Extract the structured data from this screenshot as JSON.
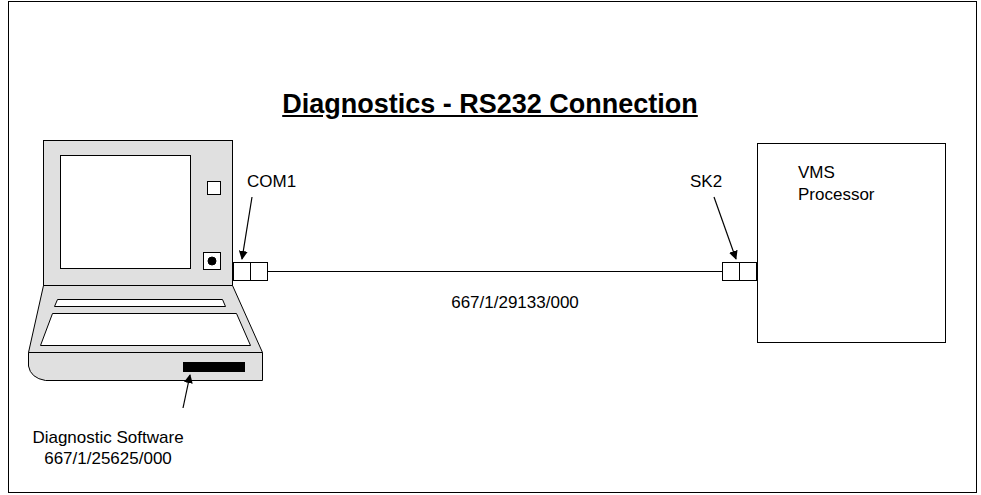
{
  "diagram": {
    "title": "Diagnostics - RS232 Connection",
    "nodes": [
      {
        "text": [
          "VMS Processor"
        ]
      }
    ],
    "labels": [
      "COM1",
      "SK2",
      "667/1/29133/000",
      "Diagnostic Software",
      "667/1/25625/000"
    ]
  }
}
